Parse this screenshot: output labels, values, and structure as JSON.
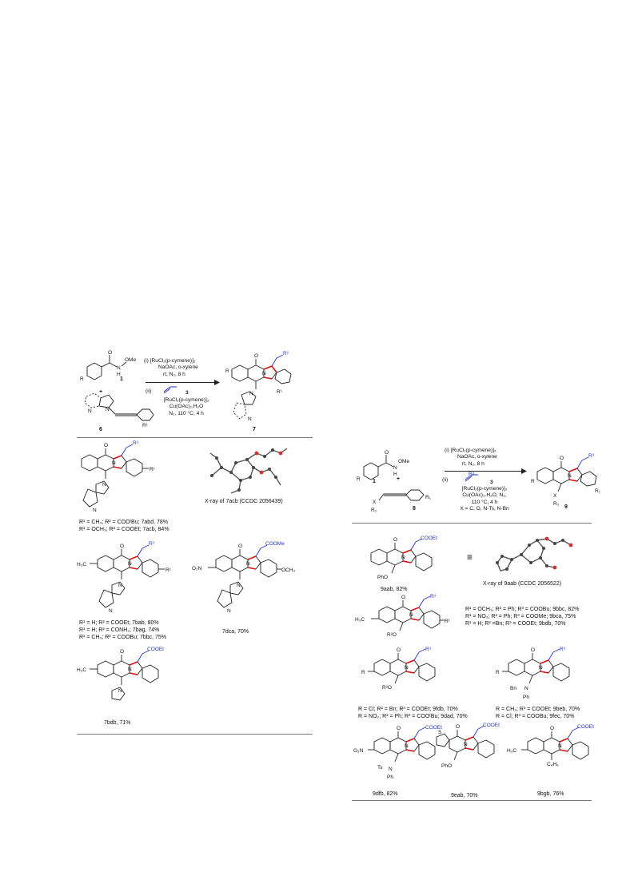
{
  "scheme_left": {
    "reactant_1_label": "1",
    "reactant_6_label": "6",
    "product_label": "7",
    "plus": "+",
    "step_i": [
      "(i)  [RuCl₂(p-cymene)]₂",
      "NaOAc, o-xylene",
      "rt, N₂, 8 h"
    ],
    "step_ii_marker": "(ii)",
    "reagent_3_label": "3",
    "step_ii": [
      "[RuCl₂(p-cymene)]₂",
      "Cu(OAc)₂.H₂O",
      "N₂, 110 °C, 4 h"
    ],
    "atoms": {
      "ome": "OMe",
      "nh": "N",
      "h": "H",
      "o": "O",
      "r": "R",
      "n": "N",
      "r1": "R¹",
      "r2": "R²"
    }
  },
  "scheme_right": {
    "reactant_1_label": "1",
    "reactant_8_label": "8",
    "product_label": "9",
    "plus": "+",
    "step_i": [
      "(i)  [RuCl₂(p-cymene)]₂",
      "NaOAc, o-xylene",
      "rt, N₂, 8 h"
    ],
    "step_ii_marker": "(ii)",
    "reagent_3_label": "3",
    "step_ii": [
      "[RuCl₂(p-cymene)]₂",
      "Cu(OAc)₂.H₂O, N₂,",
      "110 °C, 4 h",
      "X = C, O, N-Ts, N-Bn"
    ],
    "atoms": {
      "ome": "OMe",
      "x": "X",
      "r2": "R₂",
      "r1": "R₁",
      "r3": "R³"
    }
  },
  "left_products": {
    "p7abd_7acb_lines": [
      "R¹ = CH₃; R² = COOᵗBu; 7abd, 78%",
      "R¹ = OCH₃; R² = COOEt; 7acb, 84%"
    ],
    "xray_7acb": "X-ray of 7acb (CCDC 2056439)",
    "p7bab_lines": [
      "R¹ = H; R² = COOEt; 7bab, 80%",
      "R¹ = H; R² = CONH₂; 7bag, 74%",
      "R¹ = CH₃; R² = COOBu; 7bbc, 75%"
    ],
    "p7dca": "7dca, 70%",
    "p7bdb": "7bdb, 71%",
    "subst": {
      "coome": "COOMe",
      "och3": "OCH₃",
      "o2n": "O₂N",
      "h3c": "H₃C",
      "cooet": "COOEt",
      "r1": "R¹",
      "r2": "R²",
      "n": "N",
      "o": "O"
    }
  },
  "right_products": {
    "p9aab": "9aab, 82%",
    "xray_9aab": "X-ray of 9aab (CCDC 2056522)",
    "equiv": "≡",
    "p9bbc_lines": [
      "R¹ = OCH₃; R² = Ph; R³ = COOBu; 9bbc, 82%",
      "R¹ = NO₂; R² = Ph; R³ = COOMe; 9bca, 75%",
      "R¹ = H; R² =Bn; R³ = COOEt; 9bdb, 70%"
    ],
    "p9fdb_lines": [
      "R = Cl; R² = Bn; R³ = COOEt; 9fdb, 70%",
      "R = NO₂; R² = Ph; R³ = COOᵗBu; 9dad, 70%"
    ],
    "p9beb_lines": [
      "R = CH₃; R³ = COOEt; 9beb, 70%",
      "R = Cl; R³ = COOBu; 9fec, 70%"
    ],
    "p9dfb": "9dfb, 82%",
    "p9eab": "9eab, 70%",
    "p9bgb": "9bgb, 76%",
    "subst": {
      "cooet": "COOEt",
      "pho": "PhO",
      "r2o": "R²O",
      "h3c": "H₃C",
      "r": "R",
      "r1": "R¹",
      "r3": "R³",
      "bn": "Bn",
      "n": "N",
      "ph": "Ph",
      "ts": "Ts",
      "o2n": "O₂N",
      "s": "S",
      "c4h9": "C₄H₉",
      "o": "O"
    }
  }
}
